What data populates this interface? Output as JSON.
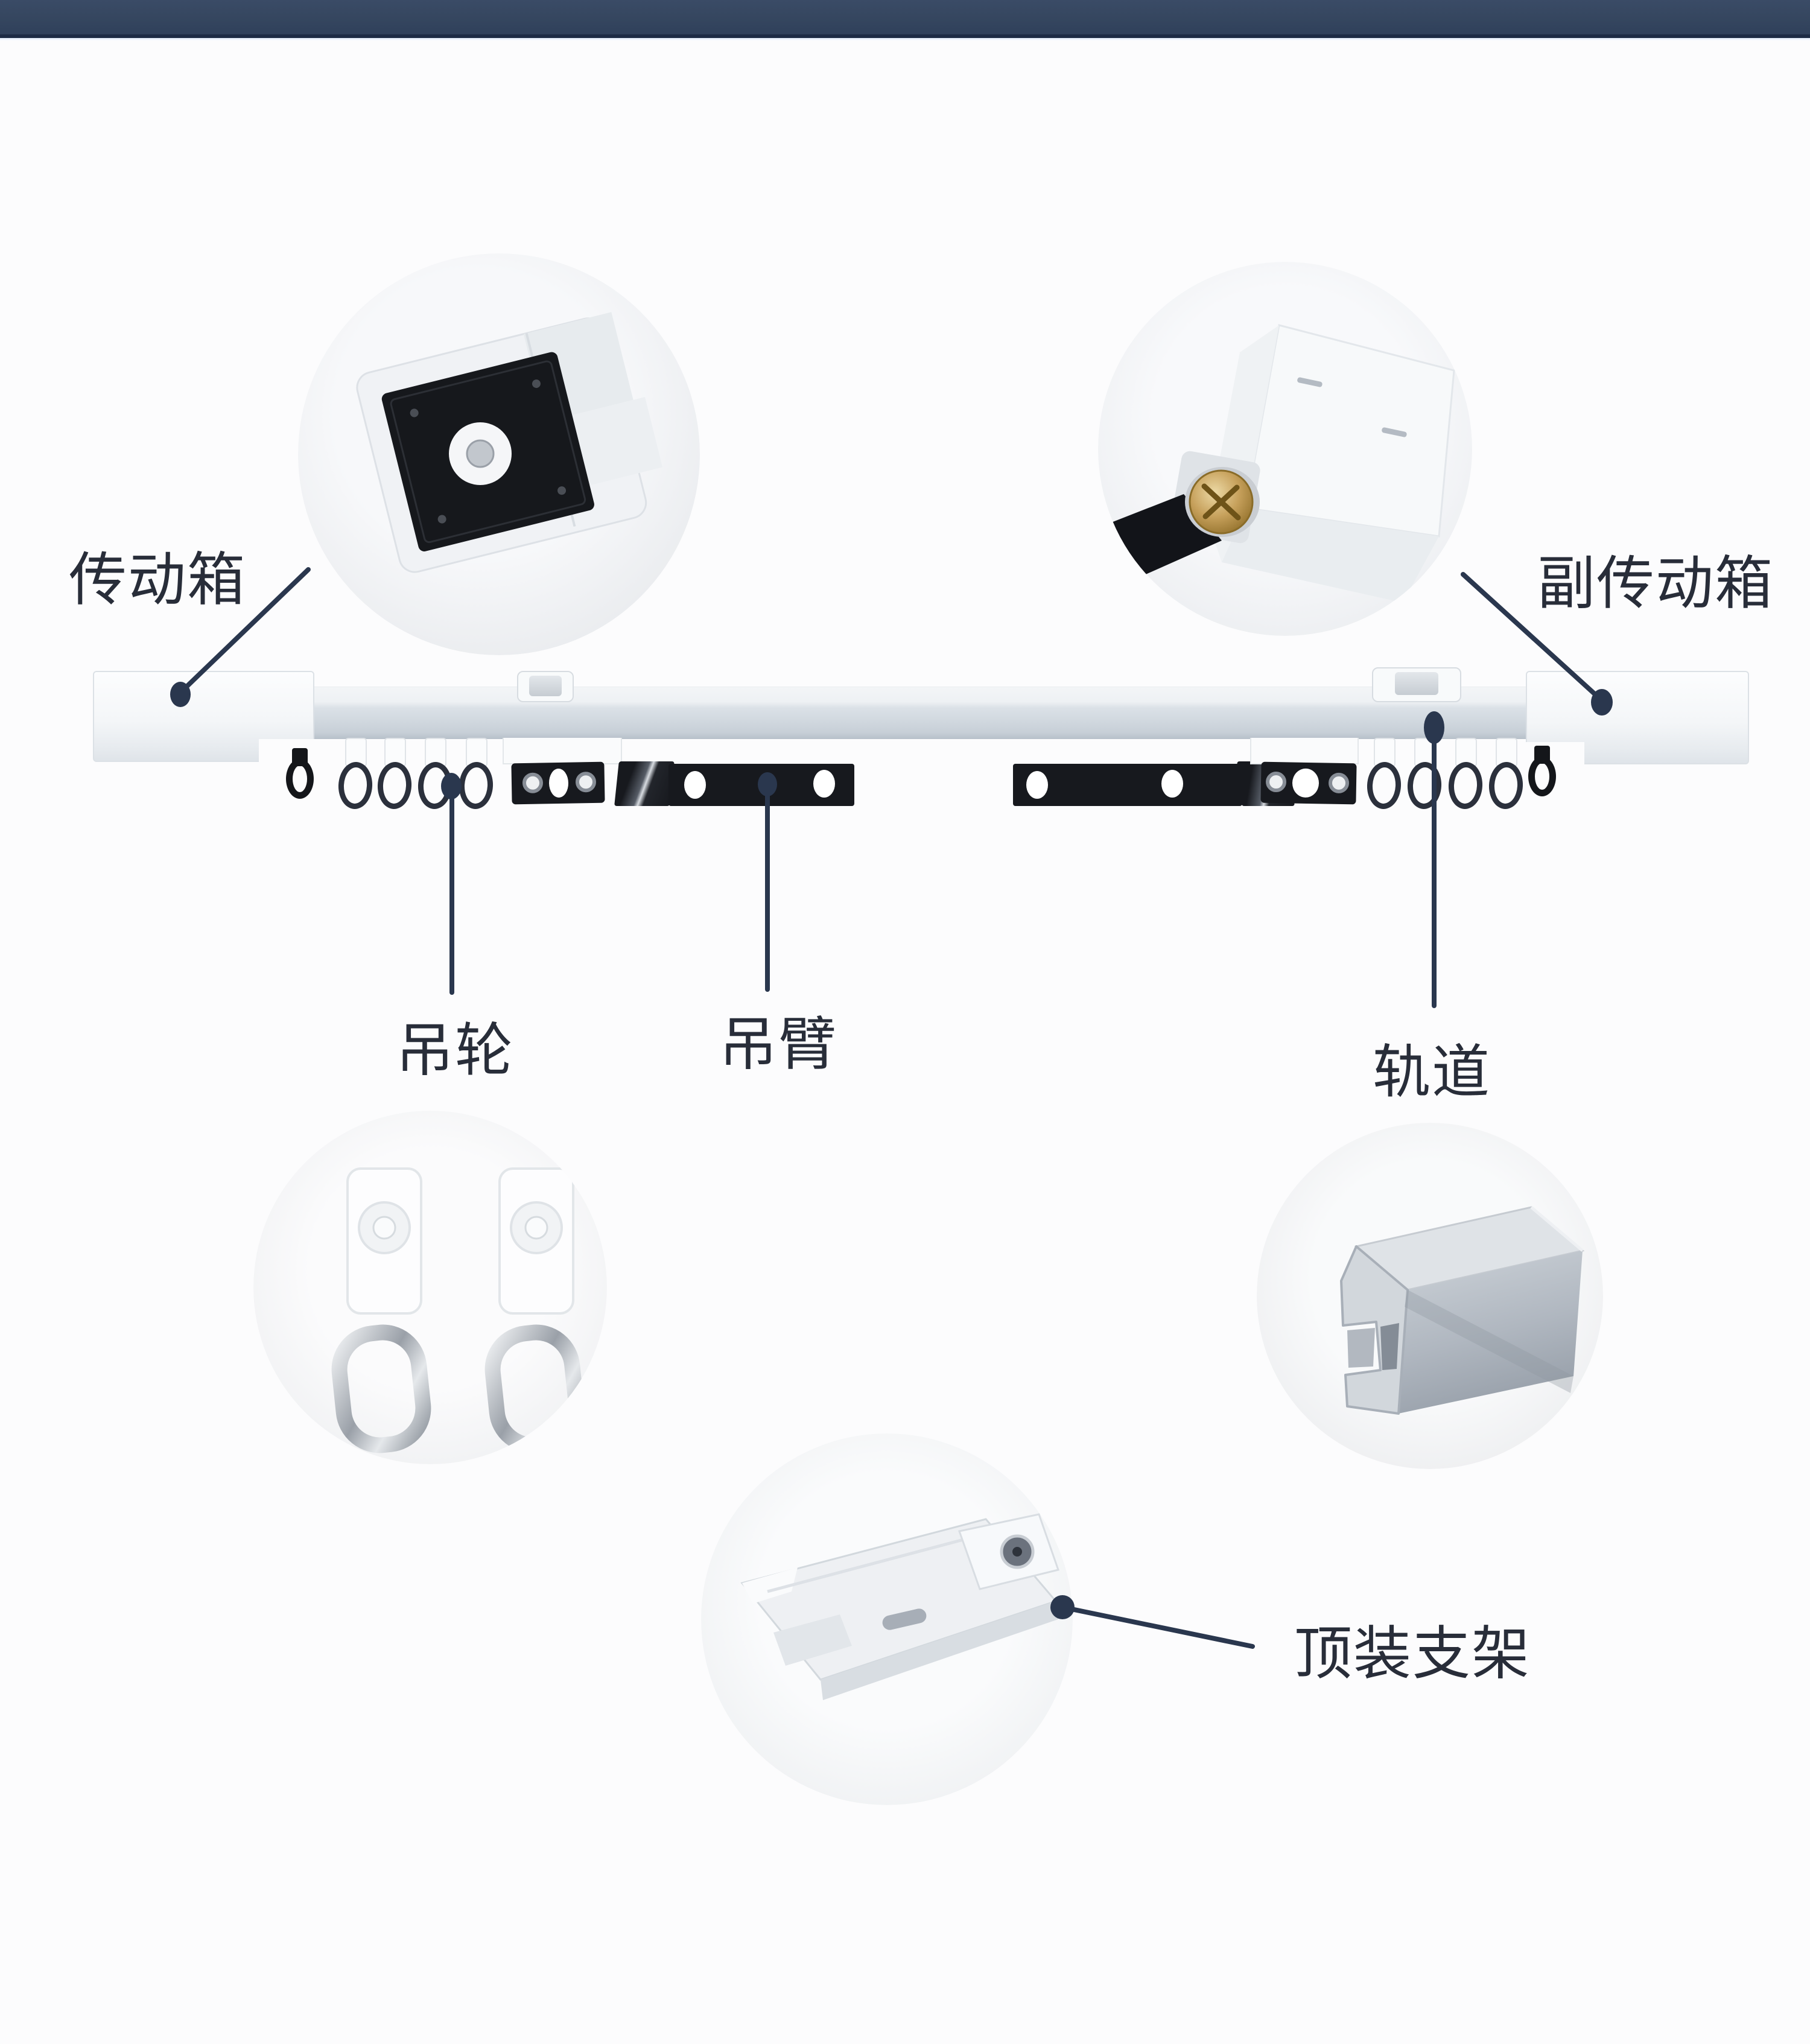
{
  "header": {
    "background": "#35465f",
    "edge_color": "#1d2b45",
    "accent_line": "#dfe9f8"
  },
  "colors": {
    "page_background": "#fcfcfd",
    "label_text": "#282d39",
    "leader_line": "#2a374e",
    "track_metal_dark": "#17191e",
    "track_rail_light": "#e7ecf0"
  },
  "diagram": {
    "description_labels_language": "zh-CN",
    "callouts": [
      {
        "id": "transmission-box",
        "label": "传动箱"
      },
      {
        "id": "secondary-transmission-box",
        "label": "副传动箱"
      },
      {
        "id": "hanging-wheel",
        "label": "吊轮"
      },
      {
        "id": "hanging-arm",
        "label": "吊臂"
      },
      {
        "id": "track",
        "label": "轨道"
      },
      {
        "id": "ceiling-bracket",
        "label": "顶装支架"
      }
    ]
  }
}
